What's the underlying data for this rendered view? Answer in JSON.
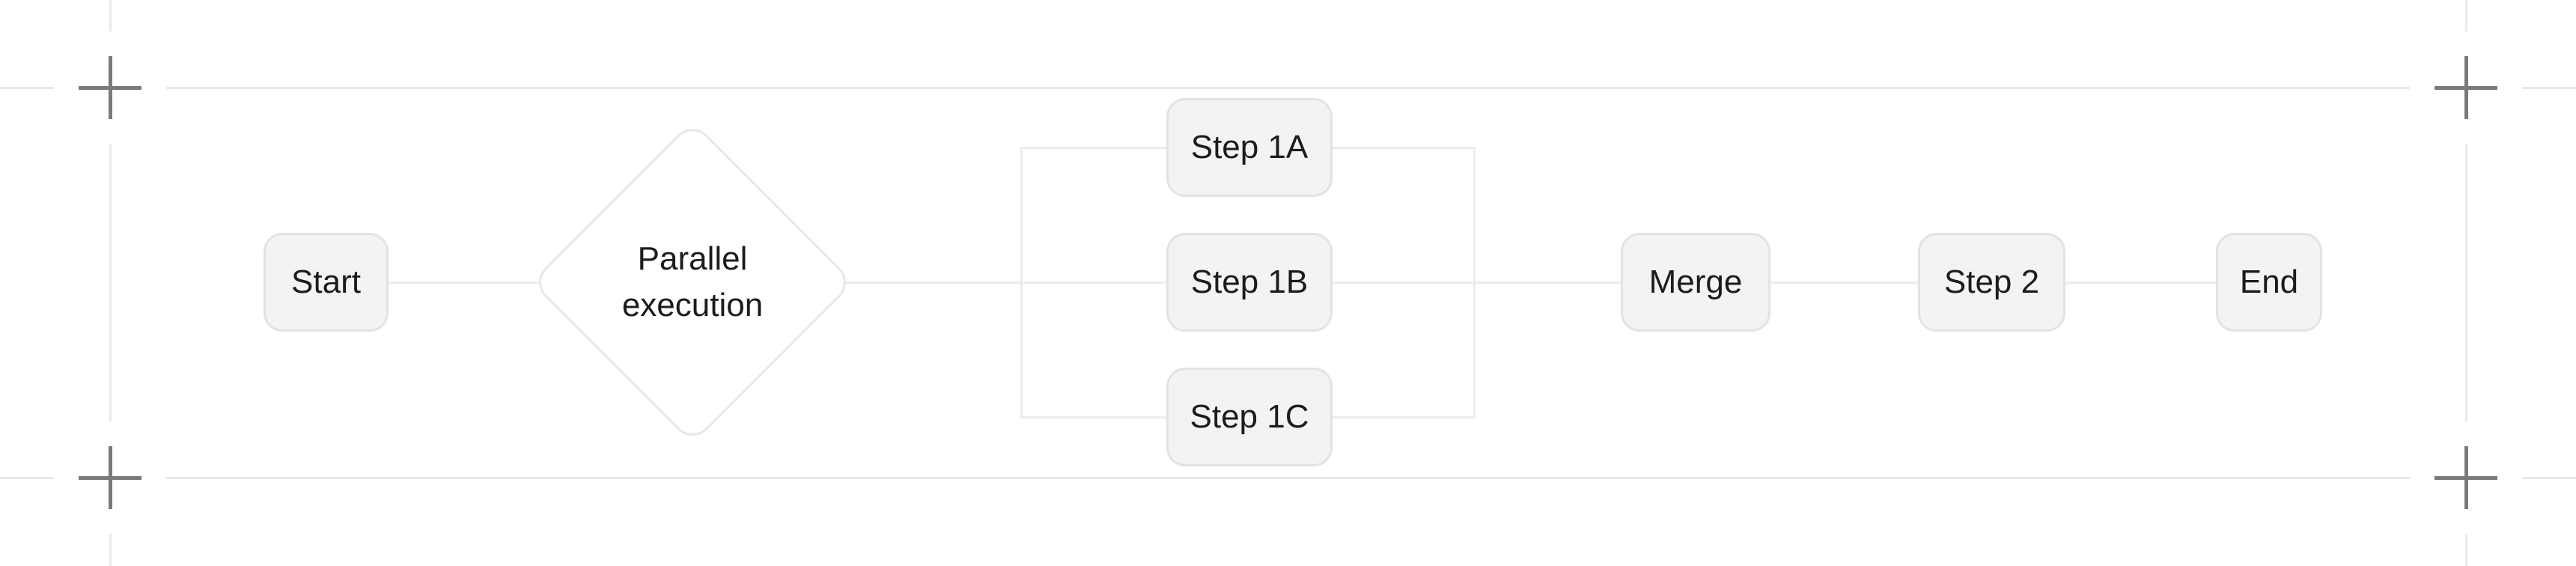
{
  "canvas": {
    "background_color": "#ffffff",
    "guide_line_color": "#e9e9e9",
    "crosshair_color": "#7a7a7a",
    "connector_color": "#ececec",
    "node_fill_color": "#f3f3f3",
    "node_border_color": "#e3e3e3",
    "node_text_color": "#1c1c1c"
  },
  "diagram": {
    "type": "flowchart",
    "direction": "left-to-right",
    "nodes": {
      "start": {
        "label": "Start",
        "shape": "rounded-rect"
      },
      "parallel": {
        "label": "Parallel execution",
        "line1": "Parallel",
        "line2": "execution",
        "shape": "diamond"
      },
      "step1a": {
        "label": "Step 1A",
        "shape": "rounded-rect"
      },
      "step1b": {
        "label": "Step 1B",
        "shape": "rounded-rect"
      },
      "step1c": {
        "label": "Step 1C",
        "shape": "rounded-rect"
      },
      "merge": {
        "label": "Merge",
        "shape": "rounded-rect"
      },
      "step2": {
        "label": "Step 2",
        "shape": "rounded-rect"
      },
      "end": {
        "label": "End",
        "shape": "rounded-rect"
      }
    },
    "edges": [
      {
        "from": "start",
        "to": "parallel"
      },
      {
        "from": "parallel",
        "to": "step1a"
      },
      {
        "from": "parallel",
        "to": "step1b"
      },
      {
        "from": "parallel",
        "to": "step1c"
      },
      {
        "from": "step1a",
        "to": "merge"
      },
      {
        "from": "step1b",
        "to": "merge"
      },
      {
        "from": "step1c",
        "to": "merge"
      },
      {
        "from": "merge",
        "to": "step2"
      },
      {
        "from": "step2",
        "to": "end"
      }
    ]
  }
}
